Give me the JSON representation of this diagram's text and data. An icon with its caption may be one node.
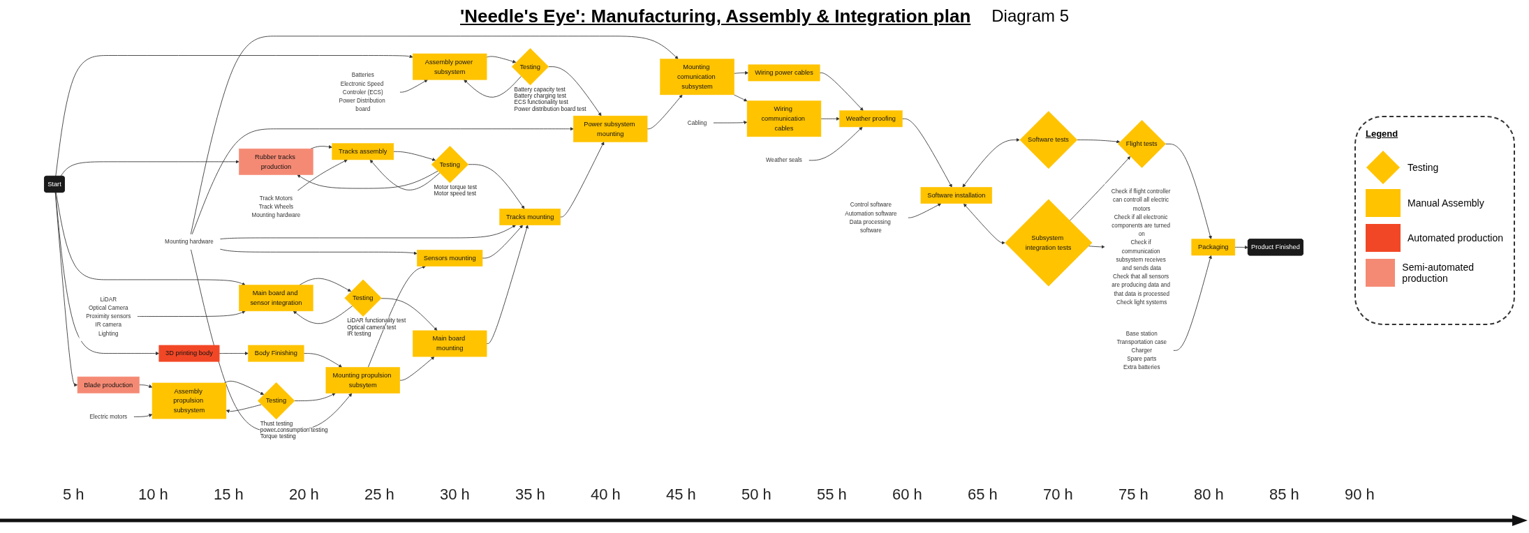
{
  "diagram": {
    "title": "'Needle's Eye': Manufacturing, Assembly & Integration plan",
    "nodes": [
      {
        "text": [
          "Start"
        ]
      },
      {
        "text": [
          "3D printing body"
        ]
      },
      {
        "text": [
          "Body Finishing"
        ]
      },
      {
        "text": [
          "Blade production"
        ]
      },
      {
        "text": [
          "Assembly propulsion subsystem"
        ]
      },
      {
        "text": [
          "Testing"
        ],
        "beside": [
          "Thust testing",
          "power consumption testing",
          "Torque testing"
        ]
      },
      {
        "text": [
          "Electric motors"
        ]
      },
      {
        "text": [
          "Main board and sensor integration"
        ]
      },
      {
        "text": [
          "Testing"
        ],
        "beside": [
          "LiDAR functionality test",
          "Optical camera test",
          "IR testing"
        ]
      },
      {
        "text": [
          "LiDAR",
          "Optical Camera",
          "Proximity sensors",
          "IR camera",
          "Lighting"
        ]
      },
      {
        "text": [
          "Assembly power subsystem"
        ]
      },
      {
        "text": [
          "Testing"
        ],
        "beside": [
          "Battery capacity test",
          "Battery charging test",
          "ECS functionality test",
          "Power distribution board test"
        ]
      },
      {
        "text": [
          "Batteries",
          "Electronic Speed Controler (ECS)",
          "Power Distribution board"
        ]
      },
      {
        "text": [
          "Rubber tracks production"
        ]
      },
      {
        "text": [
          "Tracks assembly"
        ]
      },
      {
        "text": [
          "Testing"
        ],
        "beside": [
          "Motor torque test",
          "Motor speed test"
        ]
      },
      {
        "text": [
          "Track Motors",
          "Track Wheels",
          "Mounting hardware"
        ]
      },
      {
        "text": [
          "Mounting hardware"
        ]
      },
      {
        "text": [
          "Mounting propulsion subsytem"
        ]
      },
      {
        "text": [
          "Sensors mounting"
        ]
      },
      {
        "text": [
          "Main board mounting"
        ]
      },
      {
        "text": [
          "Tracks mounting"
        ]
      },
      {
        "text": [
          "Power subsystem mounting"
        ]
      },
      {
        "text": [
          "Mounting comunication subsystem"
        ]
      },
      {
        "text": [
          "Wiring power cables"
        ]
      },
      {
        "text": [
          "Wiring communication cables"
        ]
      },
      {
        "text": [
          "Cabling"
        ]
      },
      {
        "text": [
          "Weather seals"
        ]
      },
      {
        "text": [
          "Weather proofing"
        ]
      },
      {
        "text": [
          "Control software",
          "Automation software",
          "Data processing software"
        ]
      },
      {
        "text": [
          "Software installation"
        ]
      },
      {
        "text": [
          "Software tests"
        ]
      },
      {
        "text": [
          "Subsystem integration tests"
        ]
      },
      {
        "text": [
          "Check if flight controller can controll all electric motors",
          "Check if all electronic components are turned on",
          "Check if communication subsystem receives and sends data",
          "Check that all sensors are producing data and that data is processed",
          "Check light systems"
        ]
      },
      {
        "text": [
          "Flight tests"
        ]
      },
      {
        "text": [
          "Base station",
          "Transportation case",
          "Charger",
          "Spare parts",
          "Extra batteries"
        ]
      },
      {
        "text": [
          "Packaging"
        ]
      },
      {
        "text": [
          "Product Finished"
        ]
      }
    ],
    "edges": [
      {
        "from": 0,
        "to": 1,
        "arrow": "to"
      },
      {
        "from": 0,
        "to": 3,
        "arrow": "to"
      },
      {
        "from": 0,
        "to": 7,
        "arrow": "to"
      },
      {
        "from": 0,
        "to": 10,
        "arrow": "to"
      },
      {
        "from": 0,
        "to": 13,
        "arrow": "to"
      },
      {
        "from": 1,
        "to": 2,
        "arrow": "to"
      },
      {
        "from": 2,
        "to": 18,
        "arrow": "to"
      },
      {
        "from": 3,
        "to": 4,
        "arrow": "to"
      },
      {
        "from": 4,
        "to": 5,
        "arrow": "to"
      },
      {
        "from": 5,
        "to": 4,
        "arrow": "to"
      },
      {
        "from": 5,
        "to": 18,
        "arrow": "to"
      },
      {
        "from": 6,
        "to": 4,
        "arrow": "to"
      },
      {
        "from": 7,
        "to": 8,
        "arrow": "to"
      },
      {
        "from": 8,
        "to": 7,
        "arrow": "to"
      },
      {
        "from": 8,
        "to": 20,
        "arrow": "to"
      },
      {
        "from": 9,
        "to": 7,
        "arrow": "to"
      },
      {
        "from": 10,
        "to": 11,
        "arrow": "to"
      },
      {
        "from": 11,
        "to": 10,
        "arrow": "to"
      },
      {
        "from": 11,
        "to": 22,
        "arrow": "to"
      },
      {
        "from": 12,
        "to": 10,
        "arrow": "to"
      },
      {
        "from": 13,
        "to": 14,
        "arrow": "to"
      },
      {
        "from": 14,
        "to": 15,
        "arrow": "to"
      },
      {
        "from": 15,
        "to": 13,
        "arrow": "to"
      },
      {
        "from": 15,
        "to": 14,
        "arrow": "to"
      },
      {
        "from": 15,
        "to": 21,
        "arrow": "to"
      },
      {
        "from": 16,
        "to": 14,
        "arrow": "to"
      },
      {
        "from": 17,
        "to": 18,
        "arrow": "to"
      },
      {
        "from": 17,
        "to": 19,
        "arrow": "to"
      },
      {
        "from": 17,
        "to": 21,
        "arrow": "to"
      },
      {
        "from": 17,
        "to": 22,
        "arrow": "to"
      },
      {
        "from": 17,
        "to": 23,
        "arrow": "to"
      },
      {
        "from": 18,
        "to": 19,
        "arrow": "to"
      },
      {
        "from": 18,
        "to": 20,
        "arrow": "to"
      },
      {
        "from": 19,
        "to": 21,
        "arrow": "to"
      },
      {
        "from": 20,
        "to": 21,
        "arrow": "to"
      },
      {
        "from": 21,
        "to": 22,
        "arrow": "to"
      },
      {
        "from": 22,
        "to": 23,
        "arrow": "to"
      },
      {
        "from": 23,
        "to": 24,
        "arrow": "to"
      },
      {
        "from": 23,
        "to": 25,
        "arrow": "to"
      },
      {
        "from": 24,
        "to": 28,
        "arrow": "to"
      },
      {
        "from": 25,
        "to": 28,
        "arrow": "to"
      },
      {
        "from": 26,
        "to": 25,
        "arrow": "to"
      },
      {
        "from": 27,
        "to": 28,
        "arrow": "to"
      },
      {
        "from": 28,
        "to": 30,
        "arrow": "to"
      },
      {
        "from": 29,
        "to": 30,
        "arrow": "to"
      },
      {
        "from": 30,
        "to": 31,
        "arrow": "both"
      },
      {
        "from": 30,
        "to": 32,
        "arrow": "both"
      },
      {
        "from": 31,
        "to": 34,
        "arrow": "to"
      },
      {
        "from": 32,
        "to": 34,
        "arrow": "to"
      },
      {
        "from": 32,
        "to": 33,
        "arrow": "to"
      },
      {
        "from": 34,
        "to": 36,
        "arrow": "to"
      },
      {
        "from": 35,
        "to": 36,
        "arrow": "to"
      },
      {
        "from": 36,
        "to": 37,
        "arrow": "to"
      }
    ],
    "labels": [
      "Diagram 5",
      "Legend",
      "5 h",
      "10 h",
      "15 h",
      "20 h",
      "25 h",
      "30 h",
      "35 h",
      "40 h",
      "45 h",
      "50 h",
      "55 h",
      "60 h",
      "65 h",
      "70 h",
      "75 h",
      "80 h",
      "85 h",
      "90 h"
    ],
    "legend": [
      {
        "text": "Testing"
      },
      {
        "text": "Manual Assembly",
        "color": "#ffc300"
      },
      {
        "text": "Automated production",
        "color": "#f24726"
      },
      {
        "text": "Semi-automated production",
        "color": "#f58a74"
      }
    ]
  }
}
